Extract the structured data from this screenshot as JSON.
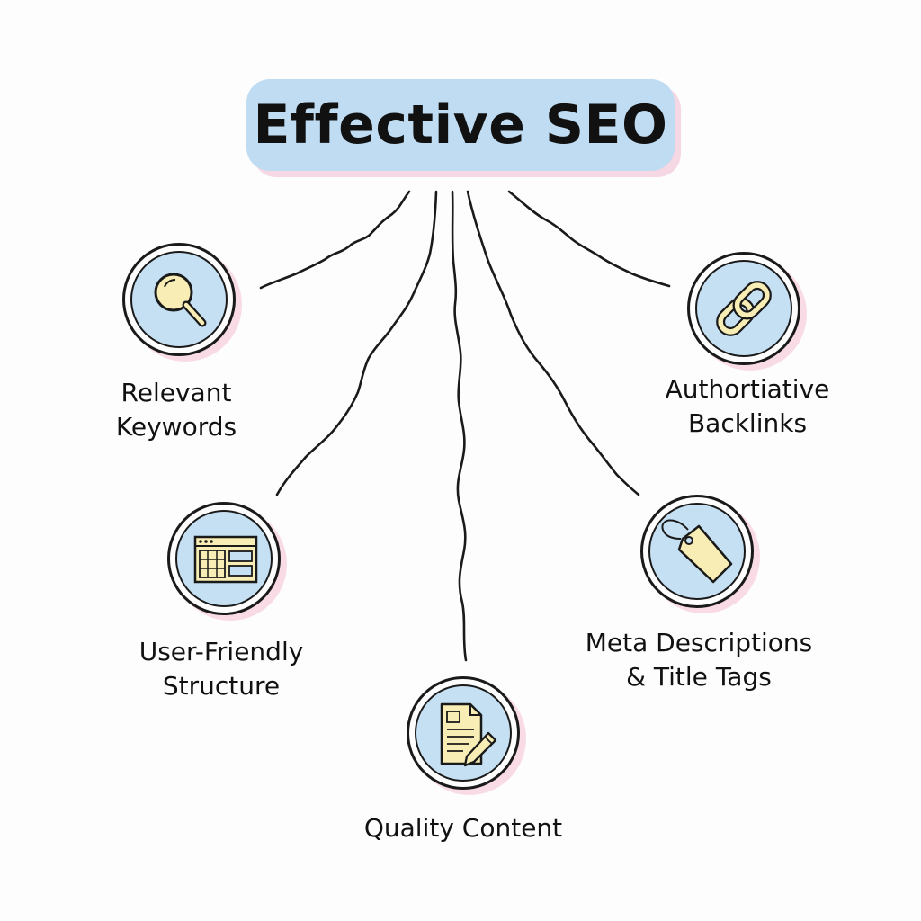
{
  "title": "Effective SEO",
  "nodes": [
    {
      "id": "keywords",
      "icon": "magnifying-glass-icon",
      "lines": [
        "Relevant",
        "Keywords"
      ]
    },
    {
      "id": "structure",
      "icon": "website-layout-icon",
      "lines": [
        "User-Friendly",
        "Structure"
      ]
    },
    {
      "id": "content",
      "icon": "document-pencil-icon",
      "lines": [
        "Quality Content"
      ]
    },
    {
      "id": "meta",
      "icon": "price-tag-icon",
      "lines": [
        "Meta Descriptions",
        "& Title Tags"
      ]
    },
    {
      "id": "backlinks",
      "icon": "chain-link-icon",
      "lines": [
        "Authortiative",
        "Backlinks"
      ]
    }
  ],
  "colors": {
    "title_fill": "#bfdcf2",
    "title_shadow": "#f6d7e4",
    "node_fill": "#c6e0f3",
    "node_shadow": "#f9dbe6",
    "icon_fill": "#f8eeb5",
    "stroke": "#1a1a1a"
  }
}
